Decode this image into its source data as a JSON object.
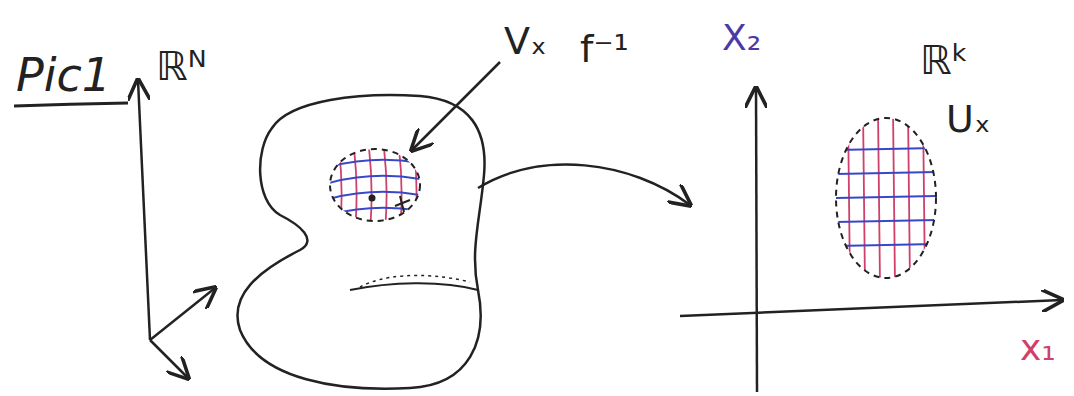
{
  "diagram": {
    "title": "Pic1",
    "labels": [
      "ℝᴺ",
      "Vₓ",
      "f⁻¹",
      "X₂",
      "ℝᵏ",
      "Uₓ",
      "x₁"
    ]
  }
}
